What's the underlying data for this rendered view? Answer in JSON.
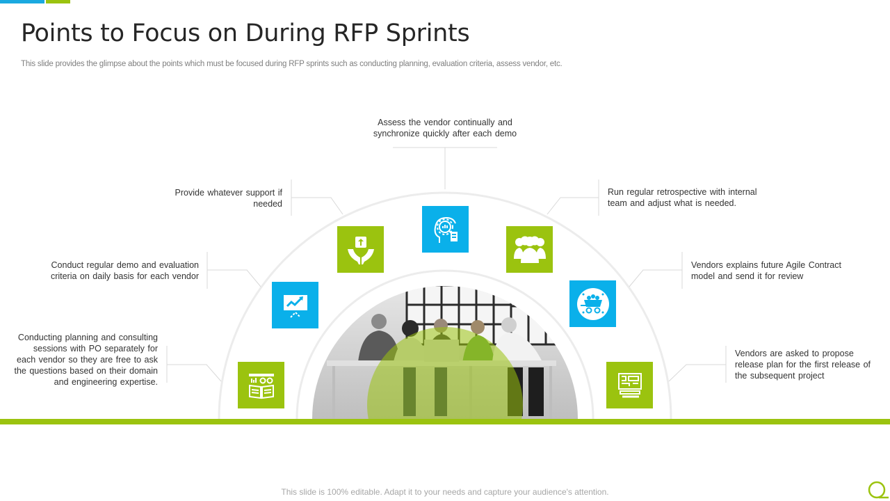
{
  "slide": {
    "title": "Points to Focus on During RFP Sprints",
    "subtitle": "This slide provides the glimpse about the points which must be focused during RFP sprints such as conducting planning, evaluation criteria, assess vendor, etc.",
    "footer": "This slide is 100% editable. Adapt it to your needs and capture your audience's attention."
  },
  "colors": {
    "accent_green": "#9bc30f",
    "accent_blue": "#0ab0ea",
    "text_dark": "#333333",
    "connector_gray": "#d9d9d9"
  },
  "points": [
    {
      "id": "planning",
      "text": "Conducting planning and consulting sessions with PO separately for each vendor so they are free to ask the questions based on their domain and engineering expertise.",
      "icon": "book-report-icon",
      "color": "green"
    },
    {
      "id": "demo",
      "text": "Conduct regular demo and evaluation criteria on daily basis for each vendor",
      "icon": "presentation-chart-icon",
      "color": "blue"
    },
    {
      "id": "support",
      "text": "Provide whatever support if needed",
      "icon": "hands-support-icon",
      "color": "green"
    },
    {
      "id": "assess",
      "text": "Assess the vendor continually and synchronize quickly after each demo",
      "icon": "head-gear-analysis-icon",
      "color": "blue"
    },
    {
      "id": "retro",
      "text": "Run regular retrospective with internal team and adjust what is needed.",
      "icon": "team-group-icon",
      "color": "green"
    },
    {
      "id": "contract",
      "text": "Vendors explains future Agile Contract model and send it for review",
      "icon": "cart-wagon-icon",
      "color": "blue"
    },
    {
      "id": "release",
      "text": "Vendors are asked to propose release plan for the first release of the subsequent project",
      "icon": "blueprint-computer-icon",
      "color": "green"
    }
  ],
  "center_image": "team-meeting-photo"
}
